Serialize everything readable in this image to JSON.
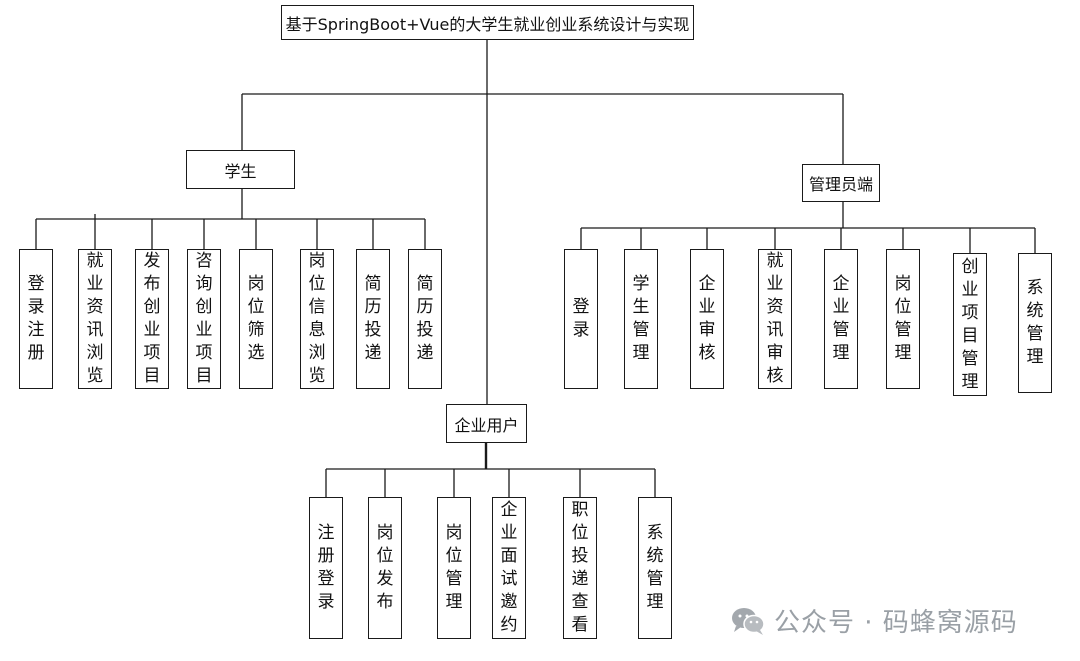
{
  "title": "基于SpringBoot+Vue的大学生就业创业系统设计与实现",
  "groups": [
    {
      "id": "student",
      "label": "学生",
      "children": [
        "登录注册",
        "就业资讯浏览",
        "发布创业项目",
        "咨询创业项目",
        "岗位筛选",
        "岗位信息浏览",
        "简历投递",
        "简历投递"
      ]
    },
    {
      "id": "admin",
      "label": "管理员端",
      "children": [
        "登录",
        "学生管理",
        "企业审核",
        "就业资讯审核",
        "企业管理",
        "岗位管理",
        "创业项目管理",
        "系统管理"
      ]
    },
    {
      "id": "enterprise",
      "label": "企业用户",
      "children": [
        "注册登录",
        "岗位发布",
        "岗位管理",
        "企业面试邀约",
        "职位投递查看",
        "系统管理"
      ]
    }
  ],
  "watermark": {
    "text": "公众号 · 码蜂窝源码",
    "icon": "wechat-icon",
    "color": "#9aa0a6"
  }
}
